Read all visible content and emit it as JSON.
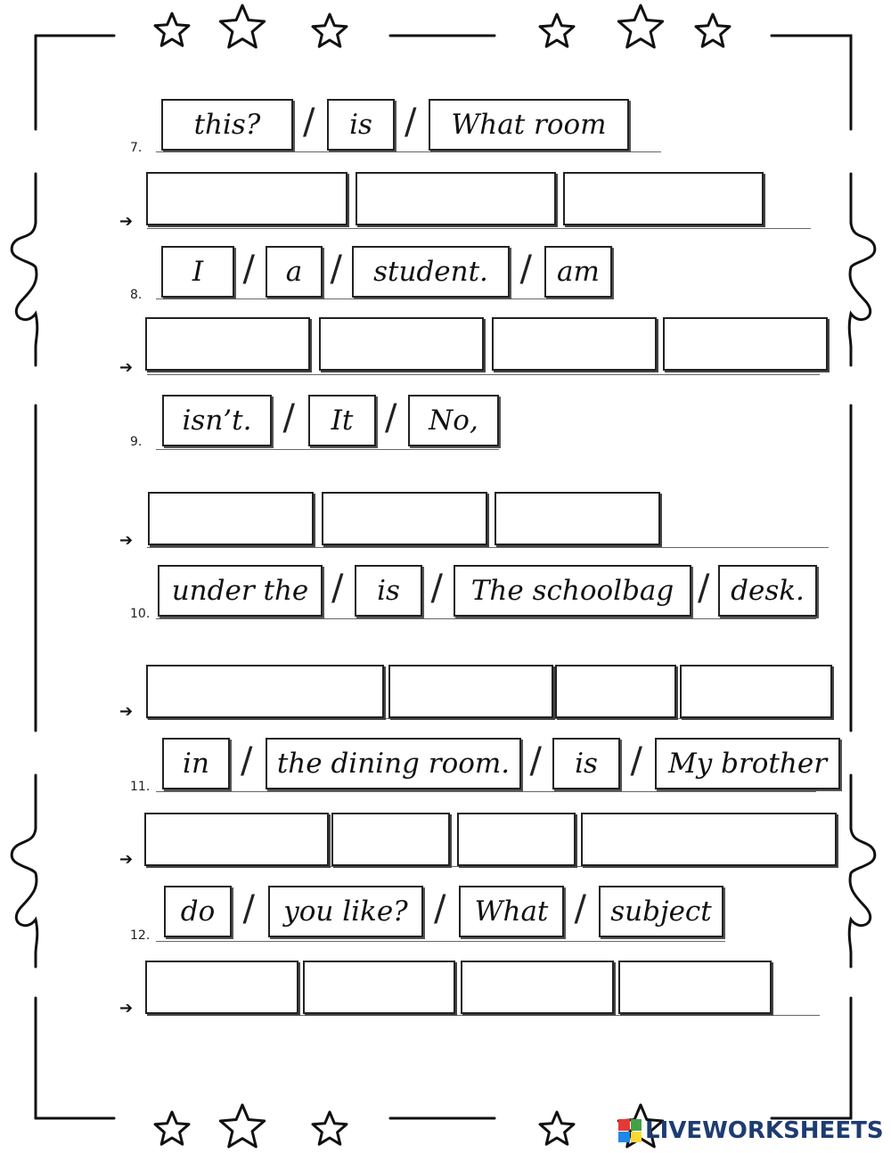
{
  "exercises": [
    {
      "number": "7.",
      "words": [
        "this?",
        "is",
        "What room"
      ],
      "answer_slots": 3
    },
    {
      "number": "8.",
      "words": [
        "I",
        "a",
        "student.",
        "am"
      ],
      "answer_slots": 4
    },
    {
      "number": "9.",
      "words": [
        "isn’t.",
        "It",
        "No,"
      ],
      "answer_slots": 3
    },
    {
      "number": "10.",
      "words": [
        "under the",
        "is",
        "The schoolbag",
        "desk."
      ],
      "answer_slots": 4
    },
    {
      "number": "11.",
      "words": [
        "in",
        "the dining room.",
        "is",
        "My brother"
      ],
      "answer_slots": 4
    },
    {
      "number": "12.",
      "words": [
        "do",
        "you like?",
        "What",
        "subject"
      ],
      "answer_slots": 4
    }
  ],
  "separator": "/",
  "answer_arrow": "➔",
  "watermark": {
    "text": "LIVEWORKSHEETS",
    "logo_colors": [
      "#e53935",
      "#43a047",
      "#1e88e5",
      "#fdd835"
    ]
  },
  "colors": {
    "ink": "#222222",
    "brand": "#1e3c72"
  }
}
